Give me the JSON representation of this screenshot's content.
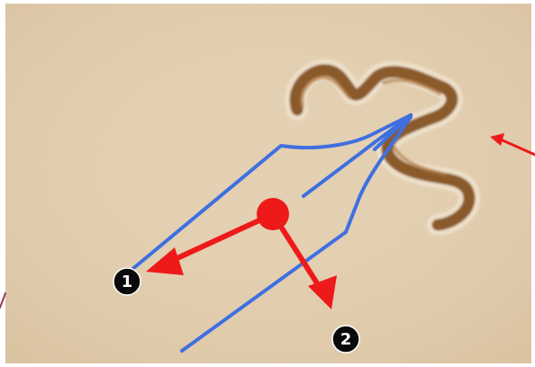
{
  "colors": {
    "parchment": "#e6d2b3",
    "parchment_light": "#efe2cb",
    "parchment_dark": "#d6bf9c",
    "ink_stroke": "#8a5a2b",
    "ink_stroke_light": "#b07a45",
    "pen_outline": "#3f6fe0",
    "arrow": "#ee1a1a",
    "badge_fill": "#0a0a0a",
    "badge_text": "#ffffff",
    "frame": "#ffffff"
  },
  "badges": [
    {
      "label": "1"
    },
    {
      "label": "2"
    }
  ],
  "icons": {
    "pen": "pen-nib-outline",
    "pivot": "red-pivot-dot"
  }
}
